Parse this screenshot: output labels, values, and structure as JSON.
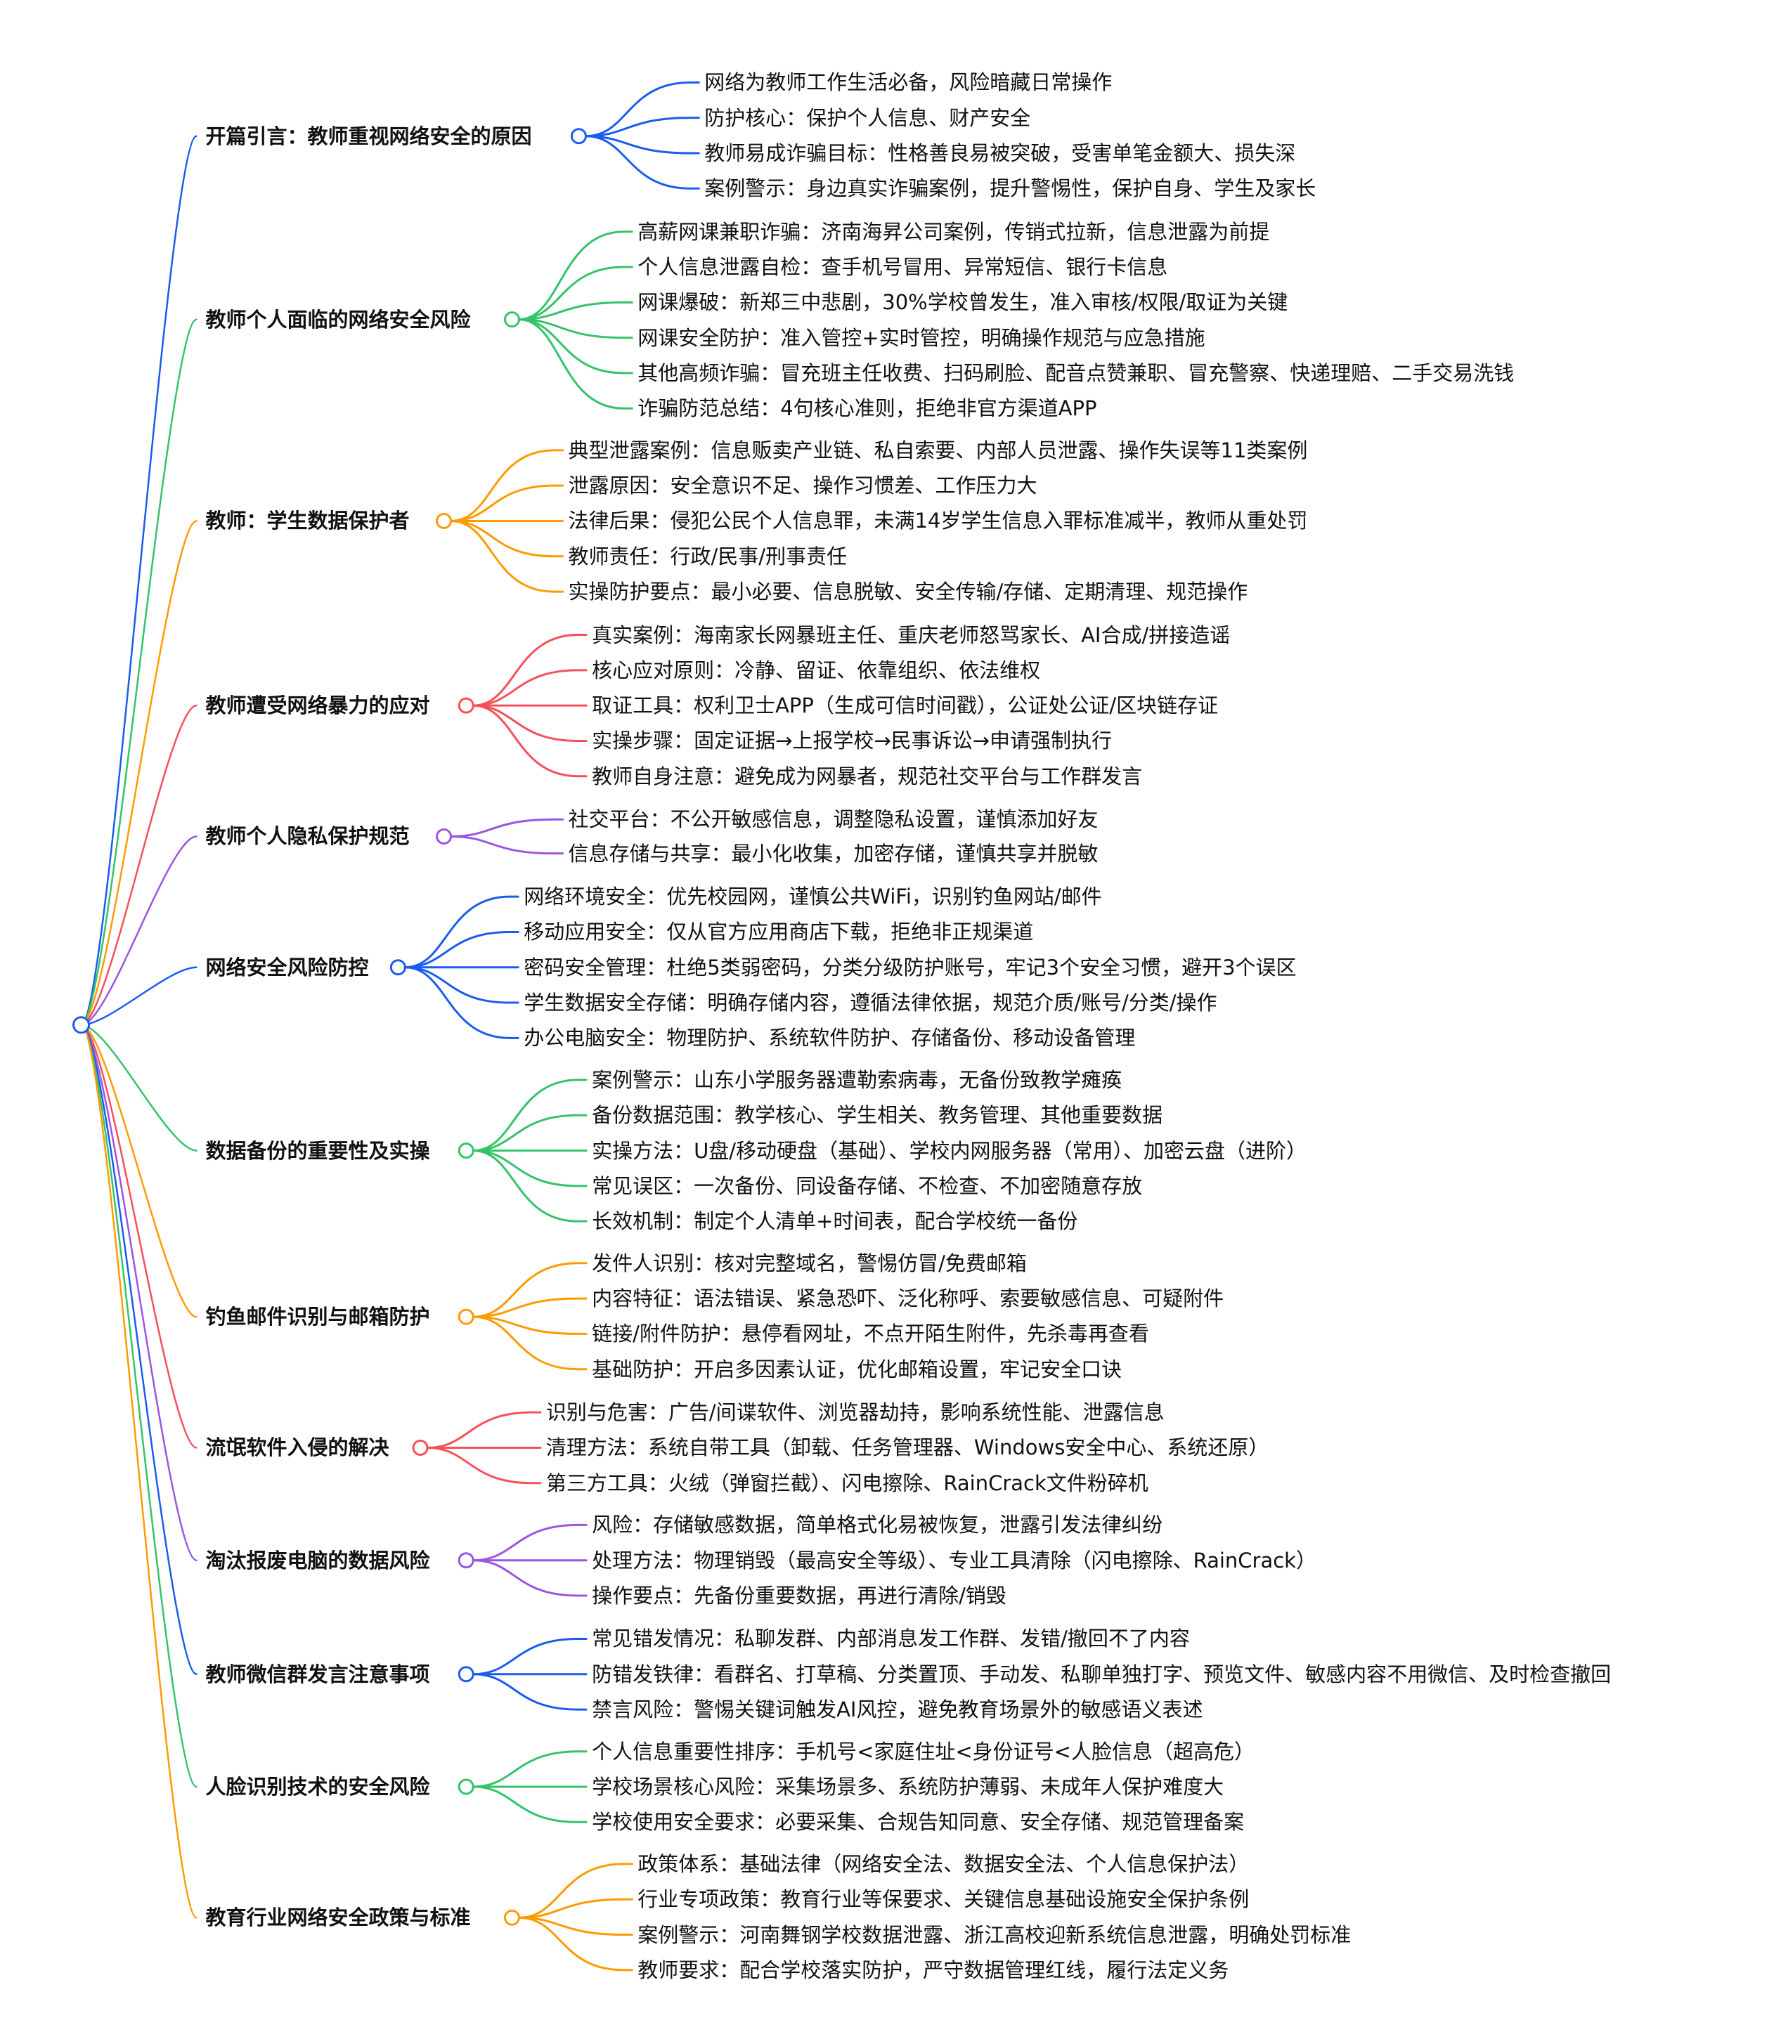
{
  "mindmap": {
    "branches": [
      {
        "title": "开篇引言：教师重视网络安全的原因",
        "color": "#1a5cf0",
        "leaves": [
          "网络为教师工作生活必备，风险暗藏日常操作",
          "防护核心：保护个人信息、财产安全",
          "教师易成诈骗目标：性格善良易被突破，受害单笔金额大、损失深",
          "案例警示：身边真实诈骗案例，提升警惕性，保护自身、学生及家长"
        ]
      },
      {
        "title": "教师个人面临的网络安全风险",
        "color": "#33c46a",
        "leaves": [
          "高薪网课兼职诈骗：济南海昇公司案例，传销式拉新，信息泄露为前提",
          "个人信息泄露自检：查手机号冒用、异常短信、银行卡信息",
          "网课爆破：新郑三中悲剧，30%学校曾发生，准入审核/权限/取证为关键",
          "网课安全防护：准入管控+实时管控，明确操作规范与应急措施",
          "其他高频诈骗：冒充班主任收费、扫码刷脸、配音点赞兼职、冒充警察、快递理赔、二手交易洗钱",
          "诈骗防范总结：4句核心准则，拒绝非官方渠道APP"
        ]
      },
      {
        "title": "教师：学生数据保护者",
        "color": "#ff9a00",
        "leaves": [
          "典型泄露案例：信息贩卖产业链、私自索要、内部人员泄露、操作失误等11类案例",
          "泄露原因：安全意识不足、操作习惯差、工作压力大",
          "法律后果：侵犯公民个人信息罪，未满14岁学生信息入罪标准减半，教师从重处罚",
          "教师责任：行政/民事/刑事责任",
          "实操防护要点：最小必要、信息脱敏、安全传输/存储、定期清理、规范操作"
        ]
      },
      {
        "title": "教师遭受网络暴力的应对",
        "color": "#f5505a",
        "leaves": [
          "真实案例：海南家长网暴班主任、重庆老师怒骂家长、AI合成/拼接造谣",
          "核心应对原则：冷静、留证、依靠组织、依法维权",
          "取证工具：权利卫士APP（生成可信时间戳），公证处公证/区块链存证",
          "实操步骤：固定证据→上报学校→民事诉讼→申请强制执行",
          "教师自身注意：避免成为网暴者，规范社交平台与工作群发言"
        ]
      },
      {
        "title": "教师个人隐私保护规范",
        "color": "#9b55e0",
        "leaves": [
          "社交平台：不公开敏感信息，调整隐私设置，谨慎添加好友",
          "信息存储与共享：最小化收集，加密存储，谨慎共享并脱敏"
        ]
      },
      {
        "title": "网络安全风险防控",
        "color": "#1a5cf0",
        "leaves": [
          "网络环境安全：优先校园网，谨慎公共WiFi，识别钓鱼网站/邮件",
          "移动应用安全：仅从官方应用商店下载，拒绝非正规渠道",
          "密码安全管理：杜绝5类弱密码，分类分级防护账号，牢记3个安全习惯，避开3个误区",
          "学生数据安全存储：明确存储内容，遵循法律依据，规范介质/账号/分类/操作",
          "办公电脑安全：物理防护、系统软件防护、存储备份、移动设备管理"
        ]
      },
      {
        "title": "数据备份的重要性及实操",
        "color": "#33c46a",
        "leaves": [
          "案例警示：山东小学服务器遭勒索病毒，无备份致教学瘫痪",
          "备份数据范围：教学核心、学生相关、教务管理、其他重要数据",
          "实操方法：U盘/移动硬盘（基础）、学校内网服务器（常用）、加密云盘（进阶）",
          "常见误区：一次备份、同设备存储、不检查、不加密随意存放",
          "长效机制：制定个人清单+时间表，配合学校统一备份"
        ]
      },
      {
        "title": "钓鱼邮件识别与邮箱防护",
        "color": "#ff9a00",
        "leaves": [
          "发件人识别：核对完整域名，警惕仿冒/免费邮箱",
          "内容特征：语法错误、紧急恐吓、泛化称呼、索要敏感信息、可疑附件",
          "链接/附件防护：悬停看网址，不点开陌生附件，先杀毒再查看",
          "基础防护：开启多因素认证，优化邮箱设置，牢记安全口诀"
        ]
      },
      {
        "title": "流氓软件入侵的解决",
        "color": "#f5505a",
        "leaves": [
          "识别与危害：广告/间谍软件、浏览器劫持，影响系统性能、泄露信息",
          "清理方法：系统自带工具（卸载、任务管理器、Windows安全中心、系统还原）",
          "第三方工具：火绒（弹窗拦截）、闪电擦除、RainCrack文件粉碎机"
        ]
      },
      {
        "title": "淘汰报废电脑的数据风险",
        "color": "#9b55e0",
        "leaves": [
          "风险：存储敏感数据，简单格式化易被恢复，泄露引发法律纠纷",
          "处理方法：物理销毁（最高安全等级）、专业工具清除（闪电擦除、RainCrack）",
          "操作要点：先备份重要数据，再进行清除/销毁"
        ]
      },
      {
        "title": "教师微信群发言注意事项",
        "color": "#1a5cf0",
        "leaves": [
          "常见错发情况：私聊发群、内部消息发工作群、发错/撤回不了内容",
          "防错发铁律：看群名、打草稿、分类置顶、手动发、私聊单独打字、预览文件、敏感内容不用微信、及时检查撤回",
          "禁言风险：警惕关键词触发AI风控，避免教育场景外的敏感语义表述"
        ]
      },
      {
        "title": "人脸识别技术的安全风险",
        "color": "#33c46a",
        "leaves": [
          "个人信息重要性排序：手机号<家庭住址<身份证号<人脸信息（超高危）",
          "学校场景核心风险：采集场景多、系统防护薄弱、未成年人保护难度大",
          "学校使用安全要求：必要采集、合规告知同意、安全存储、规范管理备案"
        ]
      },
      {
        "title": "教育行业网络安全政策与标准",
        "color": "#ff9a00",
        "leaves": [
          "政策体系：基础法律（网络安全法、数据安全法、个人信息保护法）",
          "行业专项政策：教育行业等保要求、关键信息基础设施安全保护条例",
          "案例警示：河南舞钢学校数据泄露、浙江高校迎新系统信息泄露，明确处罚标准",
          "教师要求：配合学校落实防护，严守数据管理红线，履行法定义务"
        ]
      }
    ]
  }
}
